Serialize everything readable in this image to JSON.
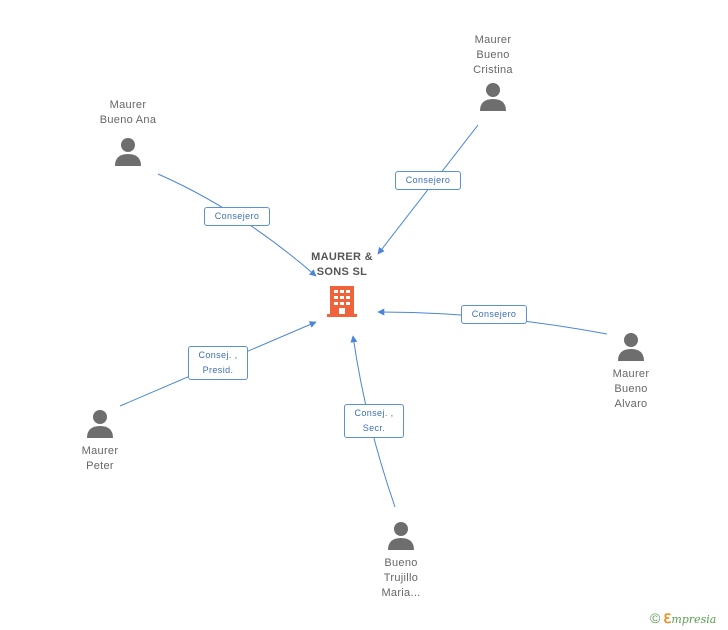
{
  "company": {
    "name": "MAURER &\nSONS SL",
    "icon": "building-icon",
    "color": "#f0623a"
  },
  "people": [
    {
      "id": "cristina",
      "name": "Maurer\nBueno\nCristina",
      "icon": "person-icon"
    },
    {
      "id": "ana",
      "name": "Maurer\nBueno Ana",
      "icon": "person-icon"
    },
    {
      "id": "alvaro",
      "name": "Maurer\nBueno\nAlvaro",
      "icon": "person-icon"
    },
    {
      "id": "peter",
      "name": "Maurer\nPeter",
      "icon": "person-icon"
    },
    {
      "id": "trujillo",
      "name": "Bueno\nTrujillo\nMaria...",
      "icon": "person-icon"
    }
  ],
  "relations": [
    {
      "from": "cristina",
      "label": "Consejero"
    },
    {
      "from": "ana",
      "label": "Consejero"
    },
    {
      "from": "alvaro",
      "label": "Consejero"
    },
    {
      "from": "peter",
      "label": "Consej. ,\nPresid."
    },
    {
      "from": "trujillo",
      "label": "Consej. ,\nSecr."
    }
  ],
  "colors": {
    "edge": "#4a86d8",
    "person": "#6e6e6e",
    "text": "#666666"
  },
  "footer": {
    "copyright": "©",
    "brand_e": "ℇ",
    "brand_rest": "mpresia"
  }
}
